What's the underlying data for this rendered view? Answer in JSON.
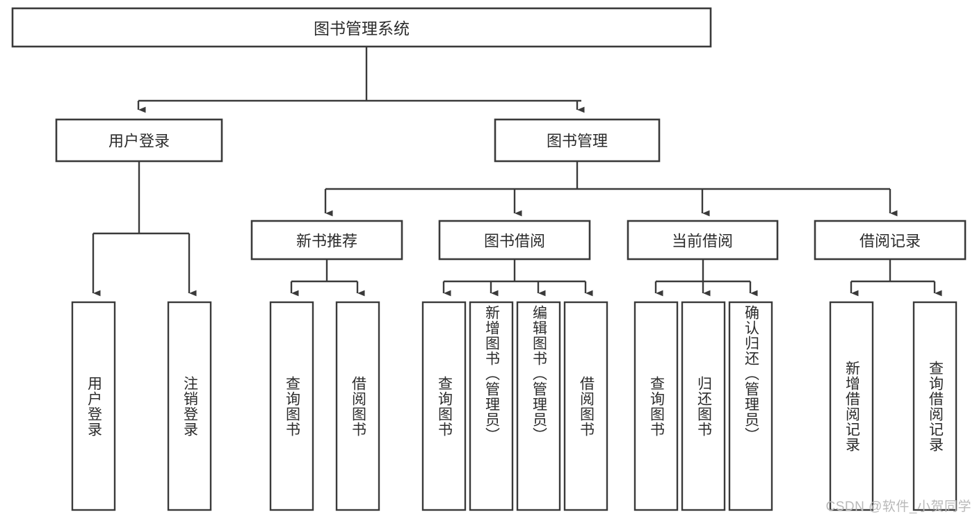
{
  "diagram": {
    "type": "tree-hierarchy-chart",
    "title": "图书管理系统",
    "watermark": "CSDN @软件_小贺同学",
    "colors": {
      "stroke": "#3a3a3a",
      "fill": "#ffffff",
      "text": "#2b2b2b",
      "watermark": "#b9b9b9"
    },
    "levels": {
      "root": {
        "label": "图书管理系统"
      },
      "level2": [
        {
          "id": "user-login",
          "label": "用户登录"
        },
        {
          "id": "book-manage",
          "label": "图书管理"
        }
      ],
      "level3": [
        {
          "id": "new-book-recommend",
          "label": "新书推荐"
        },
        {
          "id": "book-borrow",
          "label": "图书借阅"
        },
        {
          "id": "current-borrow",
          "label": "当前借阅"
        },
        {
          "id": "borrow-record",
          "label": "借阅记录"
        }
      ],
      "leaves": {
        "user-login": [
          {
            "id": "leaf-user-login",
            "label": "用户登录"
          },
          {
            "id": "leaf-logout-login",
            "label": "注销登录"
          }
        ],
        "new-book-recommend": [
          {
            "id": "leaf-query-book-1",
            "label": "查询图书"
          },
          {
            "id": "leaf-borrow-book-1",
            "label": "借阅图书"
          }
        ],
        "book-borrow": [
          {
            "id": "leaf-query-book-2",
            "label": "查询图书"
          },
          {
            "id": "leaf-add-book-admin",
            "label": "新增图书（管理员）"
          },
          {
            "id": "leaf-edit-book-admin",
            "label": "编辑图书（管理员）"
          },
          {
            "id": "leaf-borrow-book-2",
            "label": "借阅图书"
          }
        ],
        "current-borrow": [
          {
            "id": "leaf-query-book-3",
            "label": "查询图书"
          },
          {
            "id": "leaf-return-book",
            "label": "归还图书"
          },
          {
            "id": "leaf-confirm-return-admin",
            "label": "确认归还（管理员）"
          }
        ],
        "borrow-record": [
          {
            "id": "leaf-add-borrow-record",
            "label": "新增借阅记录"
          },
          {
            "id": "leaf-query-borrow-record",
            "label": "查询借阅记录"
          }
        ]
      }
    }
  }
}
